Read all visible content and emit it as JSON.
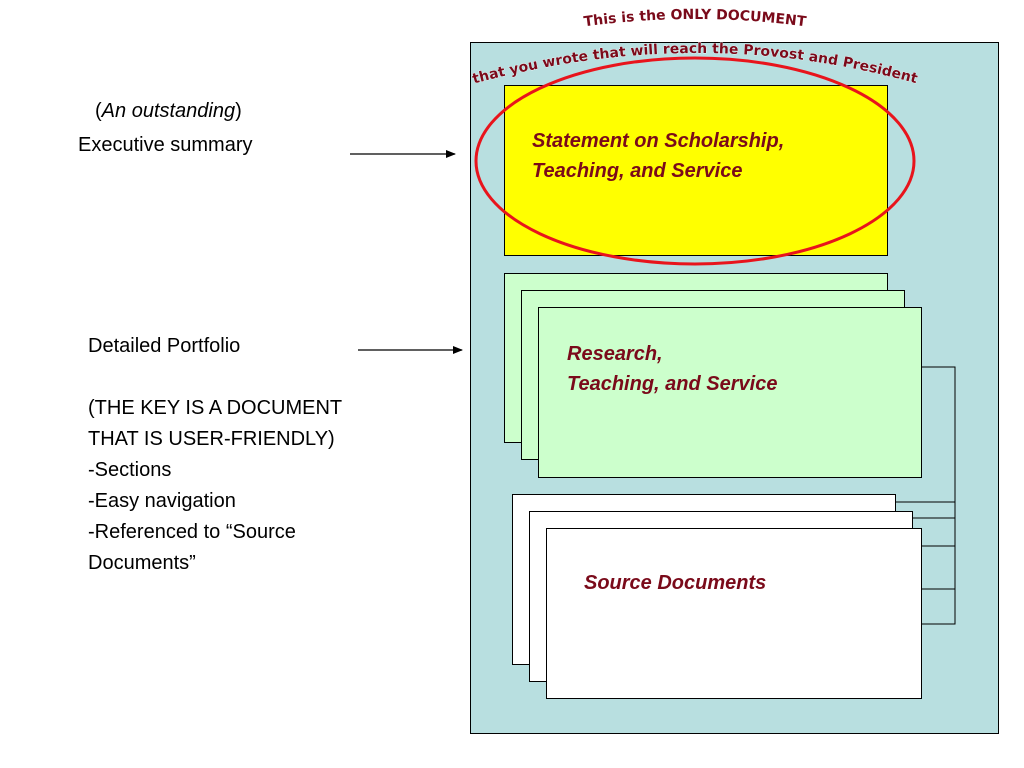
{
  "left": {
    "exec_prefix_open": "(",
    "exec_prefix_italic": "An outstanding",
    "exec_prefix_close": ")",
    "exec_label": "Executive summary",
    "portfolio_label": "Detailed Portfolio",
    "key_line1": "(THE KEY IS A DOCUMENT",
    "key_line2": "THAT IS USER-FRIENDLY)",
    "bullet1": "-Sections",
    "bullet2": "-Easy navigation",
    "bullet3": "-Referenced to “Source",
    "bullet4": "Documents”"
  },
  "callout": {
    "line1": "This is the ONLY DOCUMENT",
    "line2": "that you wrote that will reach the Provost and President"
  },
  "boxes": {
    "statement_line1": "Statement on Scholarship,",
    "statement_line2": "Teaching, and Service",
    "research_line1": "Research,",
    "research_line2": "Teaching, and Service",
    "source": "Source Documents"
  },
  "colors": {
    "container": "#b8dfe0",
    "statement_box": "#ffff00",
    "research_box": "#ccffcc",
    "source_box": "#ffffff",
    "label_text": "#7a0a1a",
    "oval": "#e8141c"
  }
}
